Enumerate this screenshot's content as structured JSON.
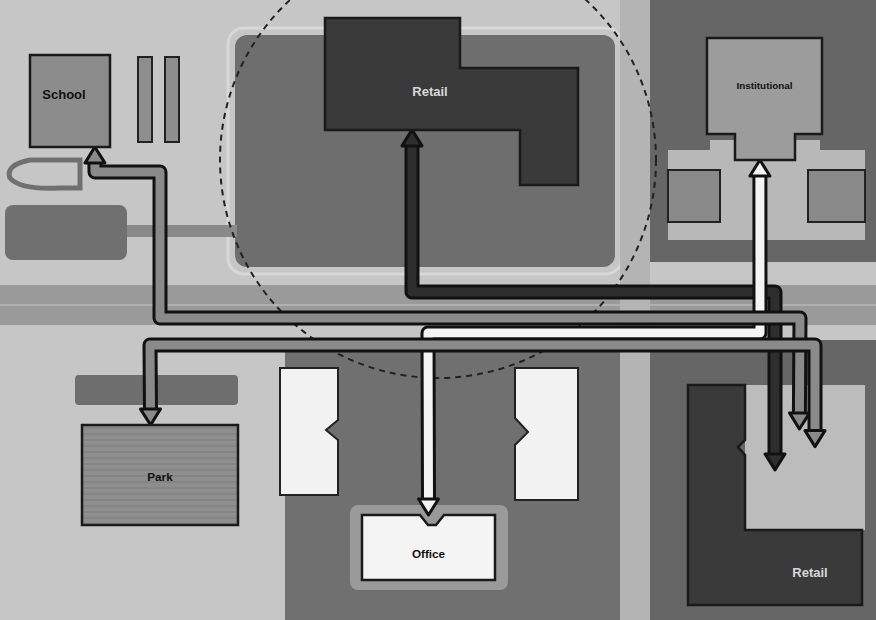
{
  "diagram": {
    "nodes": [
      {
        "text": [
          "School"
        ]
      },
      {
        "text": [
          "Retail"
        ]
      },
      {
        "text": [
          "Institutional"
        ]
      },
      {
        "text": [
          "Park"
        ]
      },
      {
        "text": [
          "Office"
        ]
      },
      {
        "text": [
          "Retail"
        ]
      }
    ],
    "edges": [
      {
        "from": 1,
        "to": 5,
        "arrow": "both"
      },
      {
        "from": 4,
        "to": 2,
        "arrow": "both"
      },
      {
        "from": 0,
        "to": 5,
        "arrow": "both"
      },
      {
        "from": 3,
        "to": 5,
        "arrow": "both"
      }
    ]
  }
}
